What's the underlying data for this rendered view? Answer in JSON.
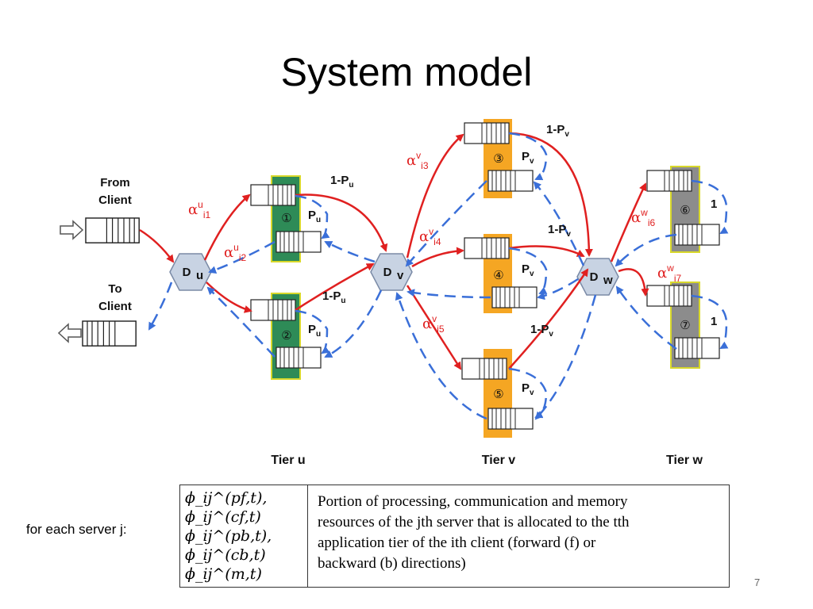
{
  "slide": {
    "title": "System model",
    "page_number": "7"
  },
  "diagram": {
    "from_client": [
      "From",
      "Client"
    ],
    "to_client": [
      "To",
      "Client"
    ],
    "dispatchers": {
      "u": "D",
      "u_sub": "u",
      "v": "D",
      "v_sub": "v",
      "w": "D",
      "w_sub": "w"
    },
    "tiers": [
      "Tier u",
      "Tier v",
      "Tier w"
    ],
    "servers": [
      "①",
      "②",
      "③",
      "④",
      "⑤",
      "⑥",
      "⑦"
    ],
    "prob": {
      "one_minus_pu": "1-P",
      "pu": "P",
      "u": "u",
      "one_minus_pv": "1-P",
      "pv": "P",
      "v": "v",
      "one": "1"
    },
    "alphas": [
      {
        "base": "α",
        "sup": "u",
        "sub": "i1"
      },
      {
        "base": "α",
        "sup": "u",
        "sub": "i2"
      },
      {
        "base": "α",
        "sup": "v",
        "sub": "i3"
      },
      {
        "base": "α",
        "sup": "v",
        "sub": "i4"
      },
      {
        "base": "α",
        "sup": "v",
        "sub": "i5"
      },
      {
        "base": "α",
        "sup": "w",
        "sub": "i6"
      },
      {
        "base": "α",
        "sup": "w",
        "sub": "i7"
      }
    ],
    "colors": {
      "tier_u": "#2e8b57",
      "tier_v": "#f5a623",
      "tier_w": "#8c8c8c",
      "forward": "#e02020",
      "backward": "#3a6fd8"
    }
  },
  "notes": {
    "for_each": "for each server j:",
    "symbols": [
      "ϕ_ij^(pf,t), ϕ_ij^(cf,t)",
      "ϕ_ij^(pb,t), ϕ_ij^(cb,t)",
      "ϕ_ij^(m,t)"
    ],
    "description": [
      "Portion of processing, communication and memory",
      "resources of the jth server that is allocated to the tth",
      "application tier of the ith client (forward (f) or",
      "backward (b) directions)"
    ]
  }
}
